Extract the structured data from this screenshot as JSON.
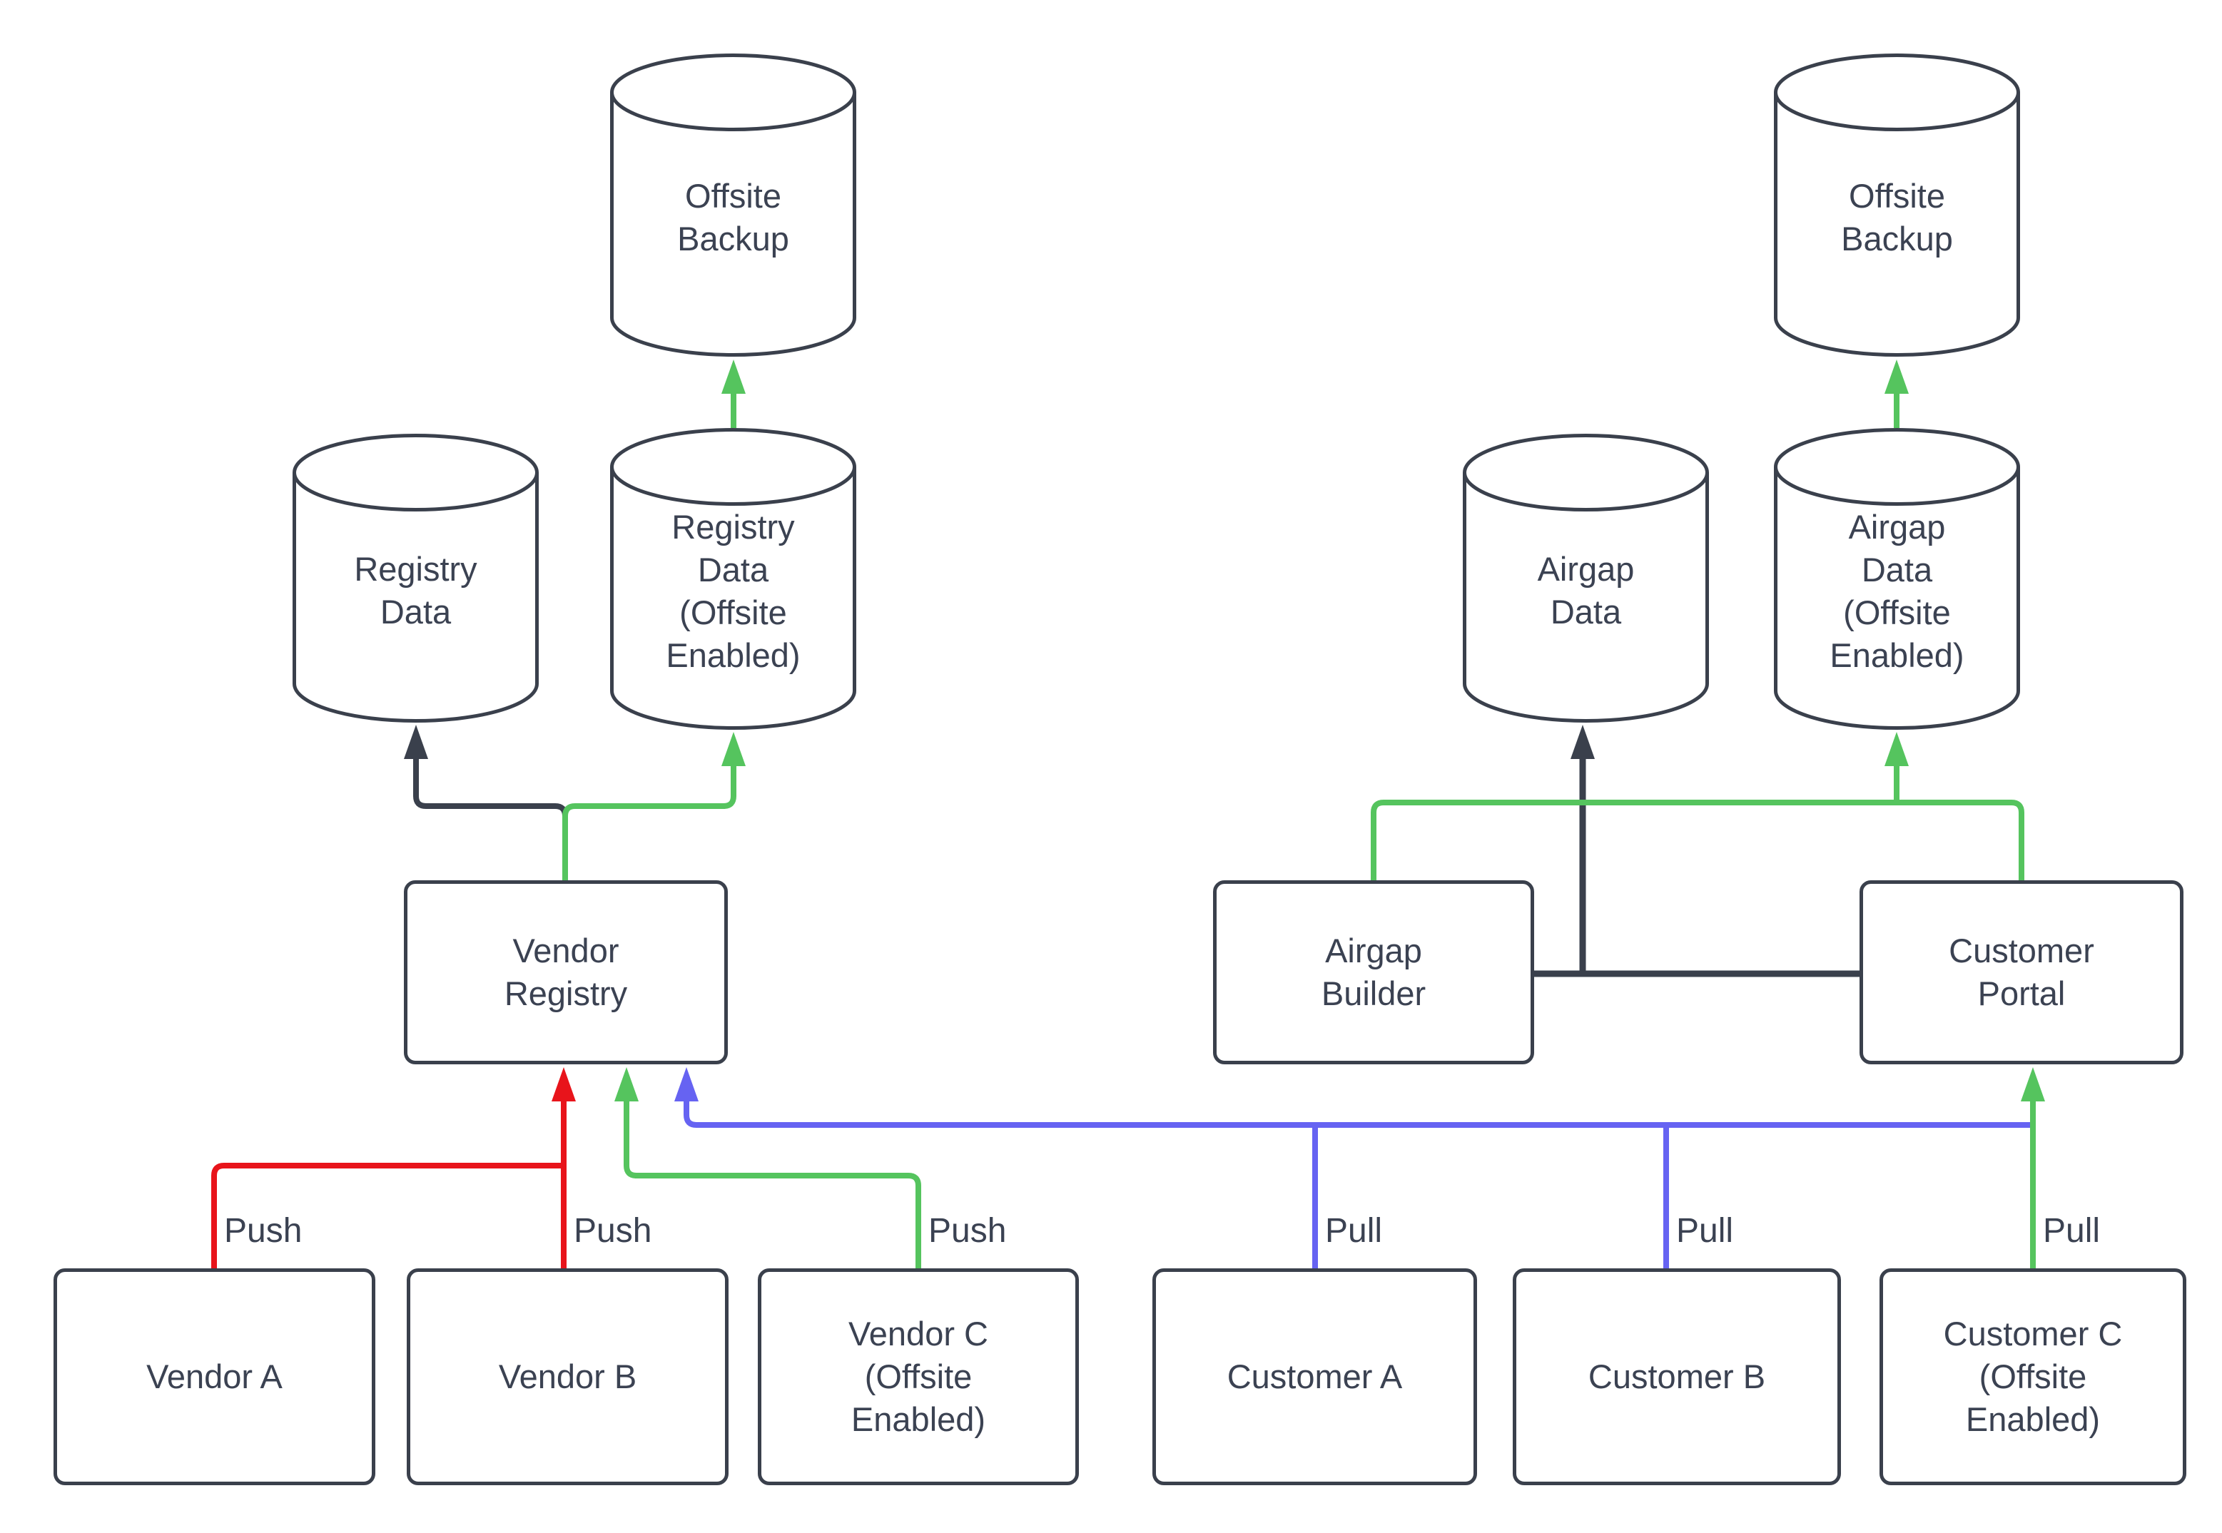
{
  "diagram": {
    "colors": {
      "stroke_dark": "#3a404c",
      "text": "#3b4252",
      "push_red": "#e8141b",
      "flow_green": "#55c45e",
      "pull_blue": "#6663f2",
      "node_fill": "#ffffff",
      "background": "#ffffff"
    },
    "nodes": {
      "offsite_backup_left": "Offsite\nBackup",
      "registry_data": "Registry\nData",
      "registry_data_offsite": "Registry\nData\n(Offsite\nEnabled)",
      "vendor_registry": "Vendor\nRegistry",
      "vendor_a": "Vendor A",
      "vendor_b": "Vendor B",
      "vendor_c": "Vendor C\n(Offsite\nEnabled)",
      "airgap_data": "Airgap\nData",
      "airgap_data_offsite": "Airgap\nData\n(Offsite\nEnabled)",
      "offsite_backup_right": "Offsite\nBackup",
      "airgap_builder": "Airgap\nBuilder",
      "customer_portal": "Customer\nPortal",
      "customer_a": "Customer A",
      "customer_b": "Customer B",
      "customer_c": "Customer C\n(Offsite\nEnabled)"
    },
    "edge_labels": {
      "vendor_a": "Push",
      "vendor_b": "Push",
      "vendor_c": "Push",
      "customer_a": "Pull",
      "customer_b": "Pull",
      "customer_c": "Pull"
    }
  }
}
